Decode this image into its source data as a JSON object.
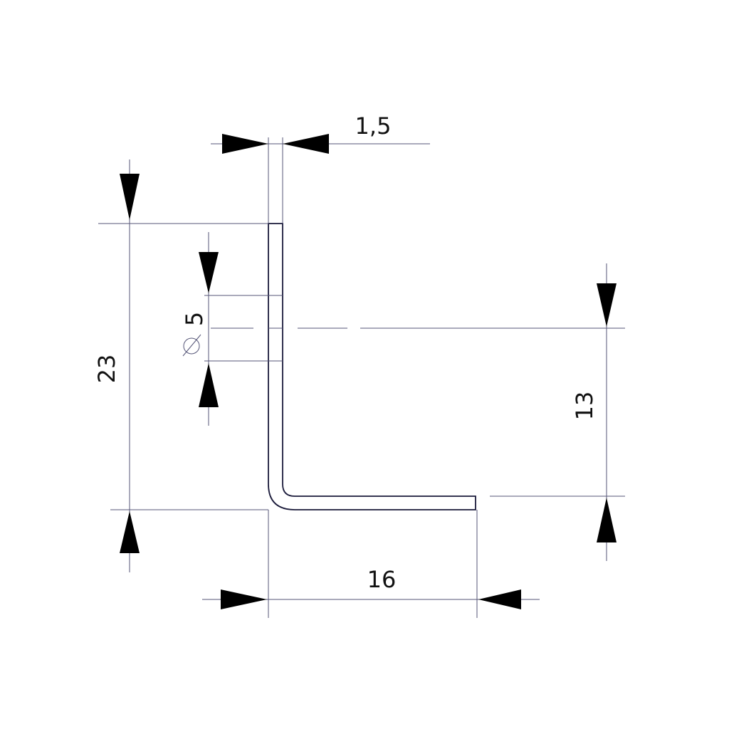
{
  "dimensions": {
    "thickness": "1,5",
    "height": "23",
    "width": "16",
    "hole_offset": "13",
    "hole_diameter": "5"
  },
  "colors": {
    "line": "#555577",
    "outline": "#1a1a3a",
    "arrow": "#000000"
  }
}
